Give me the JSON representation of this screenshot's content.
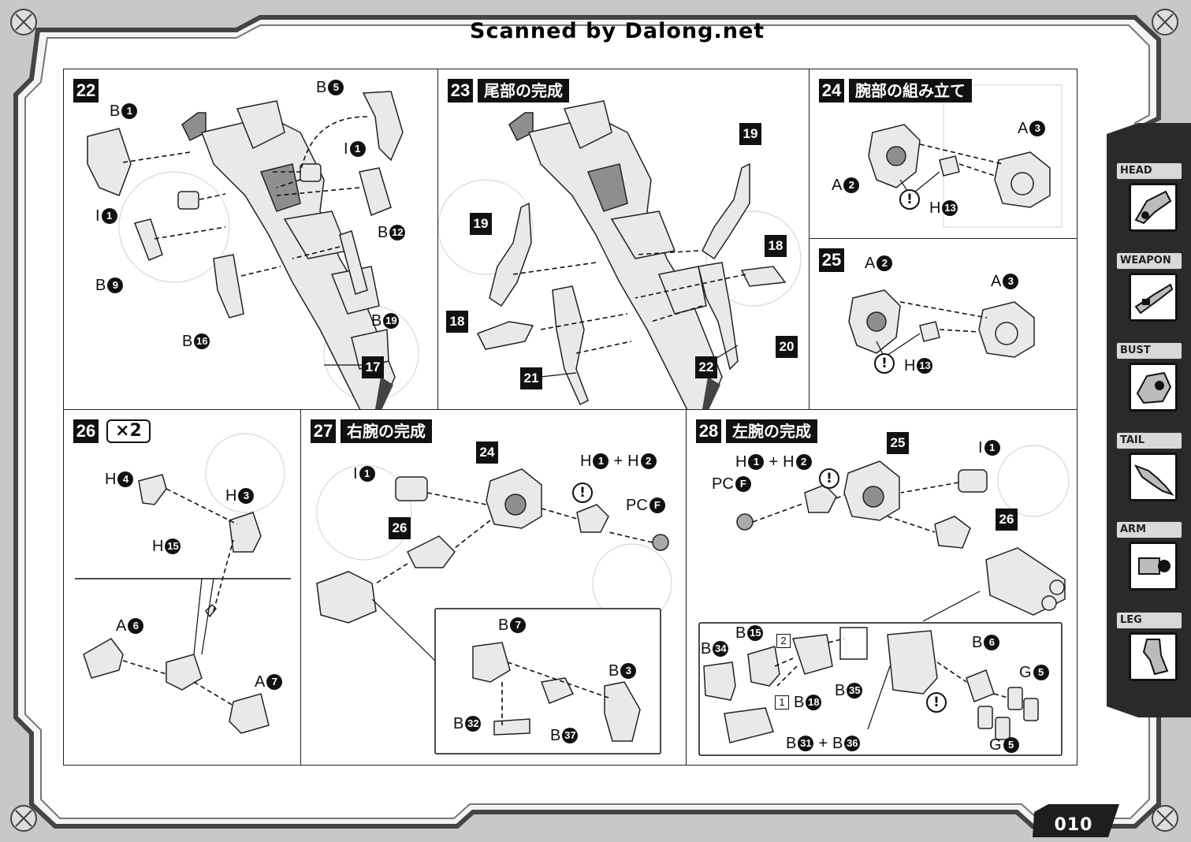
{
  "scan_credit": "Scanned by Dalong.net",
  "page_number": "010",
  "sidebar": {
    "tabs": [
      {
        "label": "HEAD",
        "icon": "head-section-icon"
      },
      {
        "label": "WEAPON",
        "icon": "weapon-section-icon"
      },
      {
        "label": "BUST",
        "icon": "bust-section-icon"
      },
      {
        "label": "TAIL",
        "icon": "tail-section-icon"
      },
      {
        "label": "ARM",
        "icon": "arm-section-icon"
      },
      {
        "label": "LEG",
        "icon": "leg-section-icon"
      }
    ]
  },
  "steps": {
    "s22": {
      "number": "22",
      "parts": {
        "b1": {
          "letter": "B",
          "num": "1"
        },
        "b5": {
          "letter": "B",
          "num": "5"
        },
        "i1a": {
          "letter": "I",
          "num": "1"
        },
        "i1b": {
          "letter": "I",
          "num": "1"
        },
        "b12": {
          "letter": "B",
          "num": "12"
        },
        "b9": {
          "letter": "B",
          "num": "9"
        },
        "b16": {
          "letter": "B",
          "num": "16"
        },
        "b19": {
          "letter": "B",
          "num": "19"
        }
      },
      "refs": {
        "r17": "17"
      }
    },
    "s23": {
      "number": "23",
      "title": "尾部の完成",
      "refs": {
        "r19a": "19",
        "r19b": "19",
        "r18a": "18",
        "r18b": "18",
        "r20": "20",
        "r21": "21",
        "r22": "22"
      }
    },
    "s24": {
      "number": "24",
      "title": "腕部の組み立て",
      "parts": {
        "a3": {
          "letter": "A",
          "num": "3"
        },
        "a2": {
          "letter": "A",
          "num": "2"
        },
        "h13": {
          "letter": "H",
          "num": "13"
        }
      },
      "caution": "!"
    },
    "s25": {
      "number": "25",
      "parts": {
        "a2": {
          "letter": "A",
          "num": "2"
        },
        "a3": {
          "letter": "A",
          "num": "3"
        },
        "h13": {
          "letter": "H",
          "num": "13"
        }
      },
      "caution": "!"
    },
    "s26": {
      "number": "26",
      "quantity": "×2",
      "parts": {
        "h4": {
          "letter": "H",
          "num": "4"
        },
        "h3": {
          "letter": "H",
          "num": "3"
        },
        "h15": {
          "letter": "H",
          "num": "15"
        },
        "a6": {
          "letter": "A",
          "num": "6"
        },
        "a7": {
          "letter": "A",
          "num": "7"
        }
      }
    },
    "s27": {
      "number": "27",
      "title": "右腕の完成",
      "parts": {
        "i1": {
          "letter": "I",
          "num": "1"
        },
        "h1": {
          "letter": "H",
          "num": "1"
        },
        "h2": {
          "letter": "H",
          "num": "2"
        },
        "pcf": {
          "letter": "PC",
          "num": "F"
        },
        "b7": {
          "letter": "B",
          "num": "7"
        },
        "b3": {
          "letter": "B",
          "num": "3"
        },
        "b32": {
          "letter": "B",
          "num": "32"
        },
        "b37": {
          "letter": "B",
          "num": "37"
        }
      },
      "refs": {
        "r24": "24",
        "r26": "26"
      },
      "caution": "!"
    },
    "s28": {
      "number": "28",
      "title": "左腕の完成",
      "parts": {
        "h1": {
          "letter": "H",
          "num": "1"
        },
        "h2": {
          "letter": "H",
          "num": "2"
        },
        "pcf": {
          "letter": "PC",
          "num": "F"
        },
        "i1": {
          "letter": "I",
          "num": "1"
        },
        "b15": {
          "letter": "B",
          "num": "15"
        },
        "b34": {
          "letter": "B",
          "num": "34"
        },
        "b18": {
          "letter": "B",
          "num": "18"
        },
        "b35": {
          "letter": "B",
          "num": "35"
        },
        "b31": {
          "letter": "B",
          "num": "31"
        },
        "b36": {
          "letter": "B",
          "num": "36"
        },
        "b6": {
          "letter": "B",
          "num": "6"
        },
        "g5a": {
          "letter": "G",
          "num": "5"
        },
        "g5b": {
          "letter": "G",
          "num": "5"
        }
      },
      "refs": {
        "r25": "25",
        "r26": "26"
      },
      "sub_steps": {
        "one": "1",
        "two": "2"
      },
      "caution": "!"
    }
  }
}
